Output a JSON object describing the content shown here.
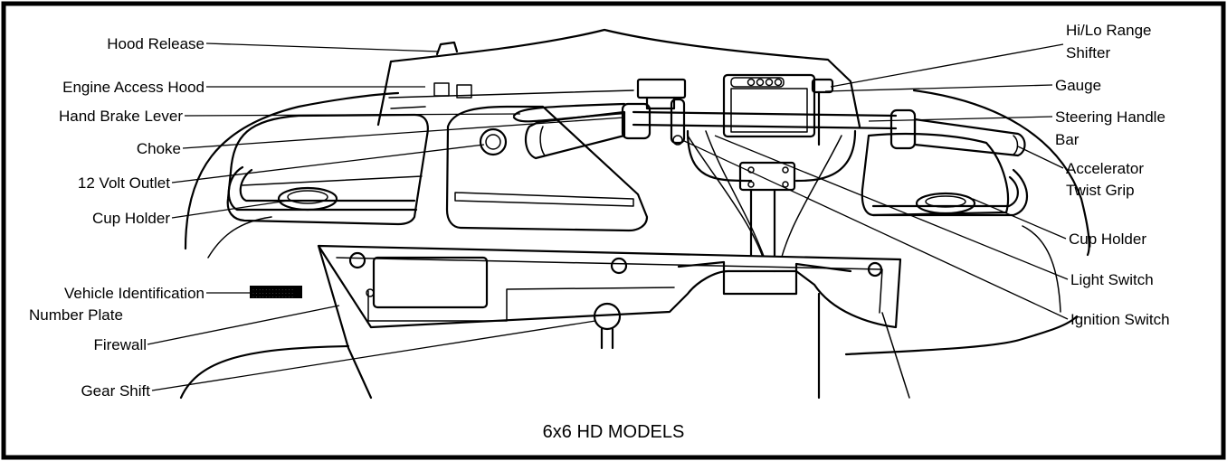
{
  "figure": {
    "caption": "6x6 HD MODELS"
  },
  "labels": {
    "hood_release": "Hood Release",
    "engine_access_hood": "Engine Access Hood",
    "hand_brake_lever": "Hand Brake Lever",
    "choke": "Choke",
    "volt_outlet": "12 Volt Outlet",
    "cup_holder_left": "Cup Holder",
    "vin_plate_line1": "Vehicle Identification",
    "vin_plate_line2": "Number Plate",
    "firewall": "Firewall",
    "gear_shift": "Gear Shift",
    "range_shifter_line1": "Hi/Lo Range",
    "range_shifter_line2": "Shifter",
    "gauge": "Gauge",
    "steering_line1": "Steering Handle",
    "steering_line2": "Bar",
    "accelerator_line1": "Accelerator",
    "accelerator_line2": "Twist Grip",
    "cup_holder_right": "Cup Holder",
    "light_switch": "Light Switch",
    "ignition_switch": "Ignition Switch"
  },
  "colors": {
    "line": "#000000",
    "background": "#ffffff"
  }
}
